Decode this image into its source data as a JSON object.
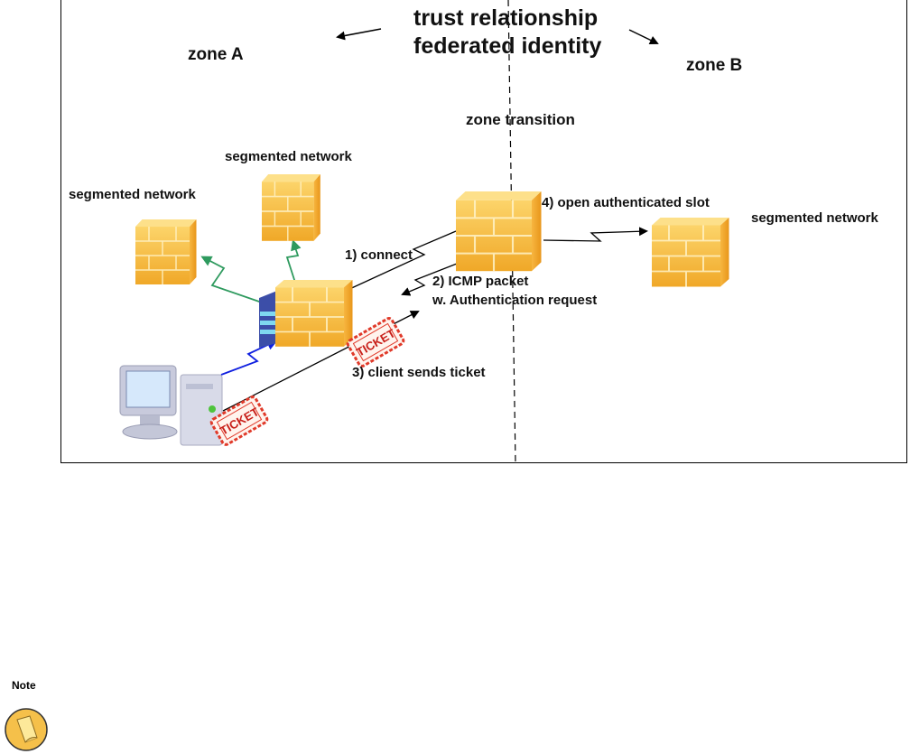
{
  "diagram": {
    "title_line1": "trust relationship",
    "title_line2": "federated identity",
    "zone_a": "zone A",
    "zone_b": "zone B",
    "zone_transition": "zone transition",
    "segmented_network_left": "segmented network",
    "segmented_network_top": "segmented network",
    "segmented_network_right": "segmented network",
    "step1": "1) connect",
    "step2_line1": "2) ICMP packet",
    "step2_line2": "w. Authentication request",
    "step3": "3) client sends ticket",
    "step4": "4) open authenticated slot",
    "ticket_label": "TICKET",
    "colors": {
      "firewall": "#f5b83a",
      "firewall_light": "#fbd46e",
      "firewall_dark": "#e09a1c",
      "segment_link": "#2e9a5e",
      "client_link": "#1020e0",
      "flow_link": "#000000",
      "ticket": "#e03a2a"
    }
  },
  "note": {
    "label": "Note",
    "icon": "note-pad-icon"
  }
}
